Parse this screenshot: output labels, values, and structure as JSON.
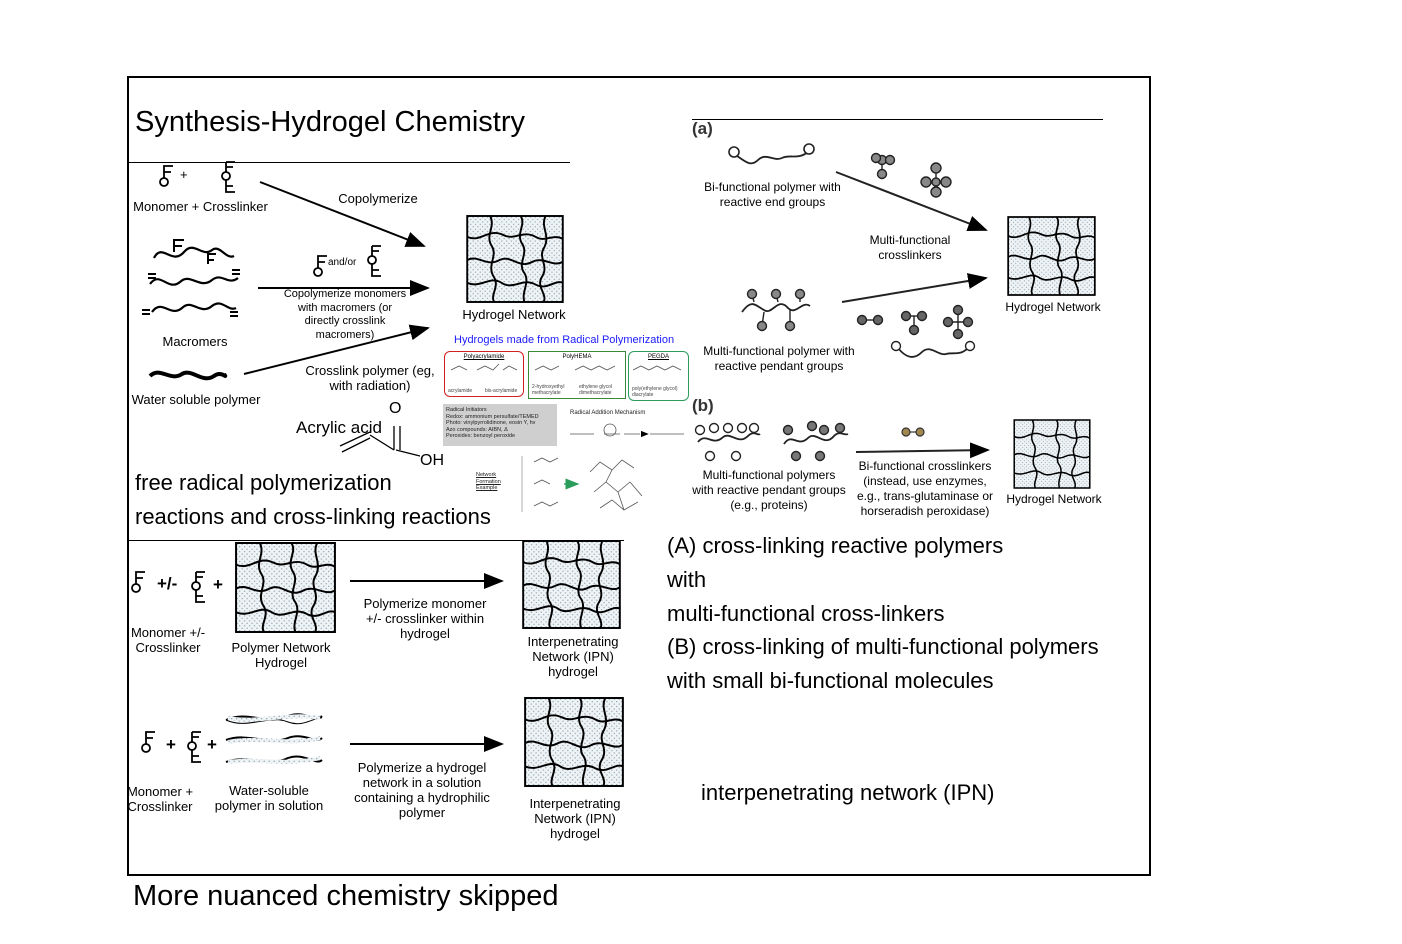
{
  "slide": {
    "title": "Synthesis-Hydrogel Chemistry",
    "footer": "More nuanced chemistry skipped"
  },
  "top_left": {
    "monomer_plus": "+",
    "monomer_crosslinker": "Monomer + Crosslinker",
    "copolymerize": "Copolymerize",
    "and_or": "and/or",
    "copolymerize_macromers": "Copolymerize monomers with macromers (or directly crosslink macromers)",
    "macromers": "Macromers",
    "crosslink_polymer": "Crosslink polymer (eg, with radiation)",
    "water_soluble_polymer": "Water soluble polymer",
    "hydrogel_network": "Hydrogel Network",
    "acrylic_acid": "Acrylic acid",
    "acrylic_O": "O",
    "acrylic_OH": "OH"
  },
  "radical_inset": {
    "title": "Hydrogels made from Radical Polymerization",
    "box1": "Polyacrylamide",
    "box2": "PolyHEMA",
    "box3": "PEGDA",
    "box1_sub1": "acrylamide",
    "box1_sub2": "bis-acrylamide",
    "box2_sub1": "2-hydroxyethyl methacrylate",
    "box2_sub2": "ethylene glycol dimethacrylate",
    "box3_sub1": "poly(ethylene glycol) diacrylate",
    "initiators": "Radical Initiators\nRedox: ammonium persulfate/TEMED\nPhoto: vinylpyrrolidinone, eosin Y, hv\nAzo compounds: AIBN, Δ\nPeroxides: benzoyl peroxide",
    "mechanism": "Radical Addition Mechanism",
    "network_example": "Network Formation Example"
  },
  "free_radical_text": [
    "free radical polymerization",
    "reactions and cross-linking reactions"
  ],
  "right_panel": {
    "label_a": "(a)",
    "label_b": "(b)",
    "bifunctional_polymer": "Bi-functional polymer with reactive end groups",
    "multifunctional_crosslinkers": "Multi-functional crosslinkers",
    "multifunctional_pendant": "Multi-functional polymer with reactive pendant groups",
    "hydrogel_network_a": "Hydrogel Network",
    "multifunctional_polymers_b": "Multi-functional polymers with reactive pendant groups (e.g., proteins)",
    "bifunctional_crosslinkers_b": "Bi-functional crosslinkers (instead, use enzymes, e.g., trans-glutaminase or horseradish peroxidase)",
    "hydrogel_network_b": "Hydrogel Network"
  },
  "ab_text": [
    "(A) cross-linking reactive polymers",
    "with",
    "multi-functional cross-linkers",
    "(B) cross-linking of multi-functional polymers",
    "with small bi-functional molecules"
  ],
  "ipn": {
    "row1_plusminus": "+/-",
    "row1_plus": "+",
    "row1_monomer": "Monomer +/- Crosslinker",
    "row1_polymer_network": "Polymer Network Hydrogel",
    "row1_arrow_label": "Polymerize monomer +/- crosslinker within hydrogel",
    "row1_result": "Interpenetrating Network (IPN) hydrogel",
    "row2_plus1": "+",
    "row2_plus2": "+",
    "row2_monomer": "Monomer + Crosslinker",
    "row2_water_soluble": "Water-soluble polymer in solution",
    "row2_arrow_label": "Polymerize a hydrogel network in a solution containing a hydrophilic polymer",
    "row2_result": "Interpenetrating Network (IPN) hydrogel",
    "caption": "interpenetrating network (IPN)"
  }
}
